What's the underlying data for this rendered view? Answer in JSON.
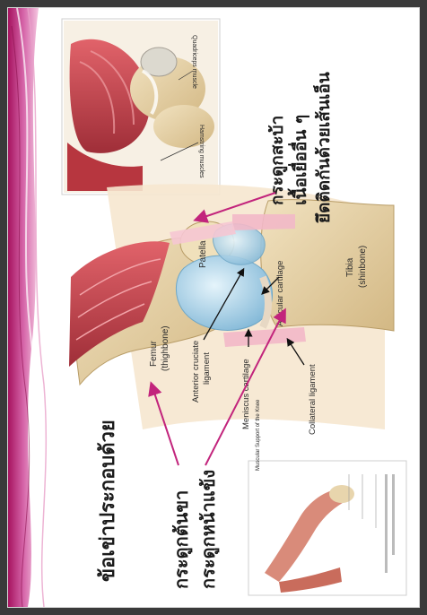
{
  "slide": {
    "title": "ข้อเข่าประกอบด้วย",
    "bone_femur_th": "กระดูกต้นขา",
    "bone_tibia_th": "กระดูกหน้าแข้ง",
    "patella_th_line1": "กระดูกสะบ้า",
    "patella_th_line2": "เนื้อเยื่ออื่น ๆ",
    "patella_th_line3": "ยึดติดกันด้วยเส้นเอ็น"
  },
  "labels": {
    "femur": "Femur",
    "femur_sub": "(thighbone)",
    "patella": "Patella",
    "tibia": "Tibia",
    "tibia_sub": "(shinbone)",
    "articular": "Articular cartilage",
    "acl_line1": "Anterior cruciate",
    "acl_line2": "ligament",
    "meniscus": "Meniscus cartilage",
    "collateral": "Collateral ligament",
    "quadriceps": "Quadriceps muscle",
    "hamstring": "Hamstring muscles",
    "inset_title": "Muscular Support of the Knee"
  },
  "colors": {
    "accent_pink": "#c2247c",
    "swoosh": "#d564a8",
    "bone": "#e8d5ad",
    "muscle": "#c8454a",
    "cartilage": "#a9d4e8",
    "arrow": "#c2247c"
  }
}
